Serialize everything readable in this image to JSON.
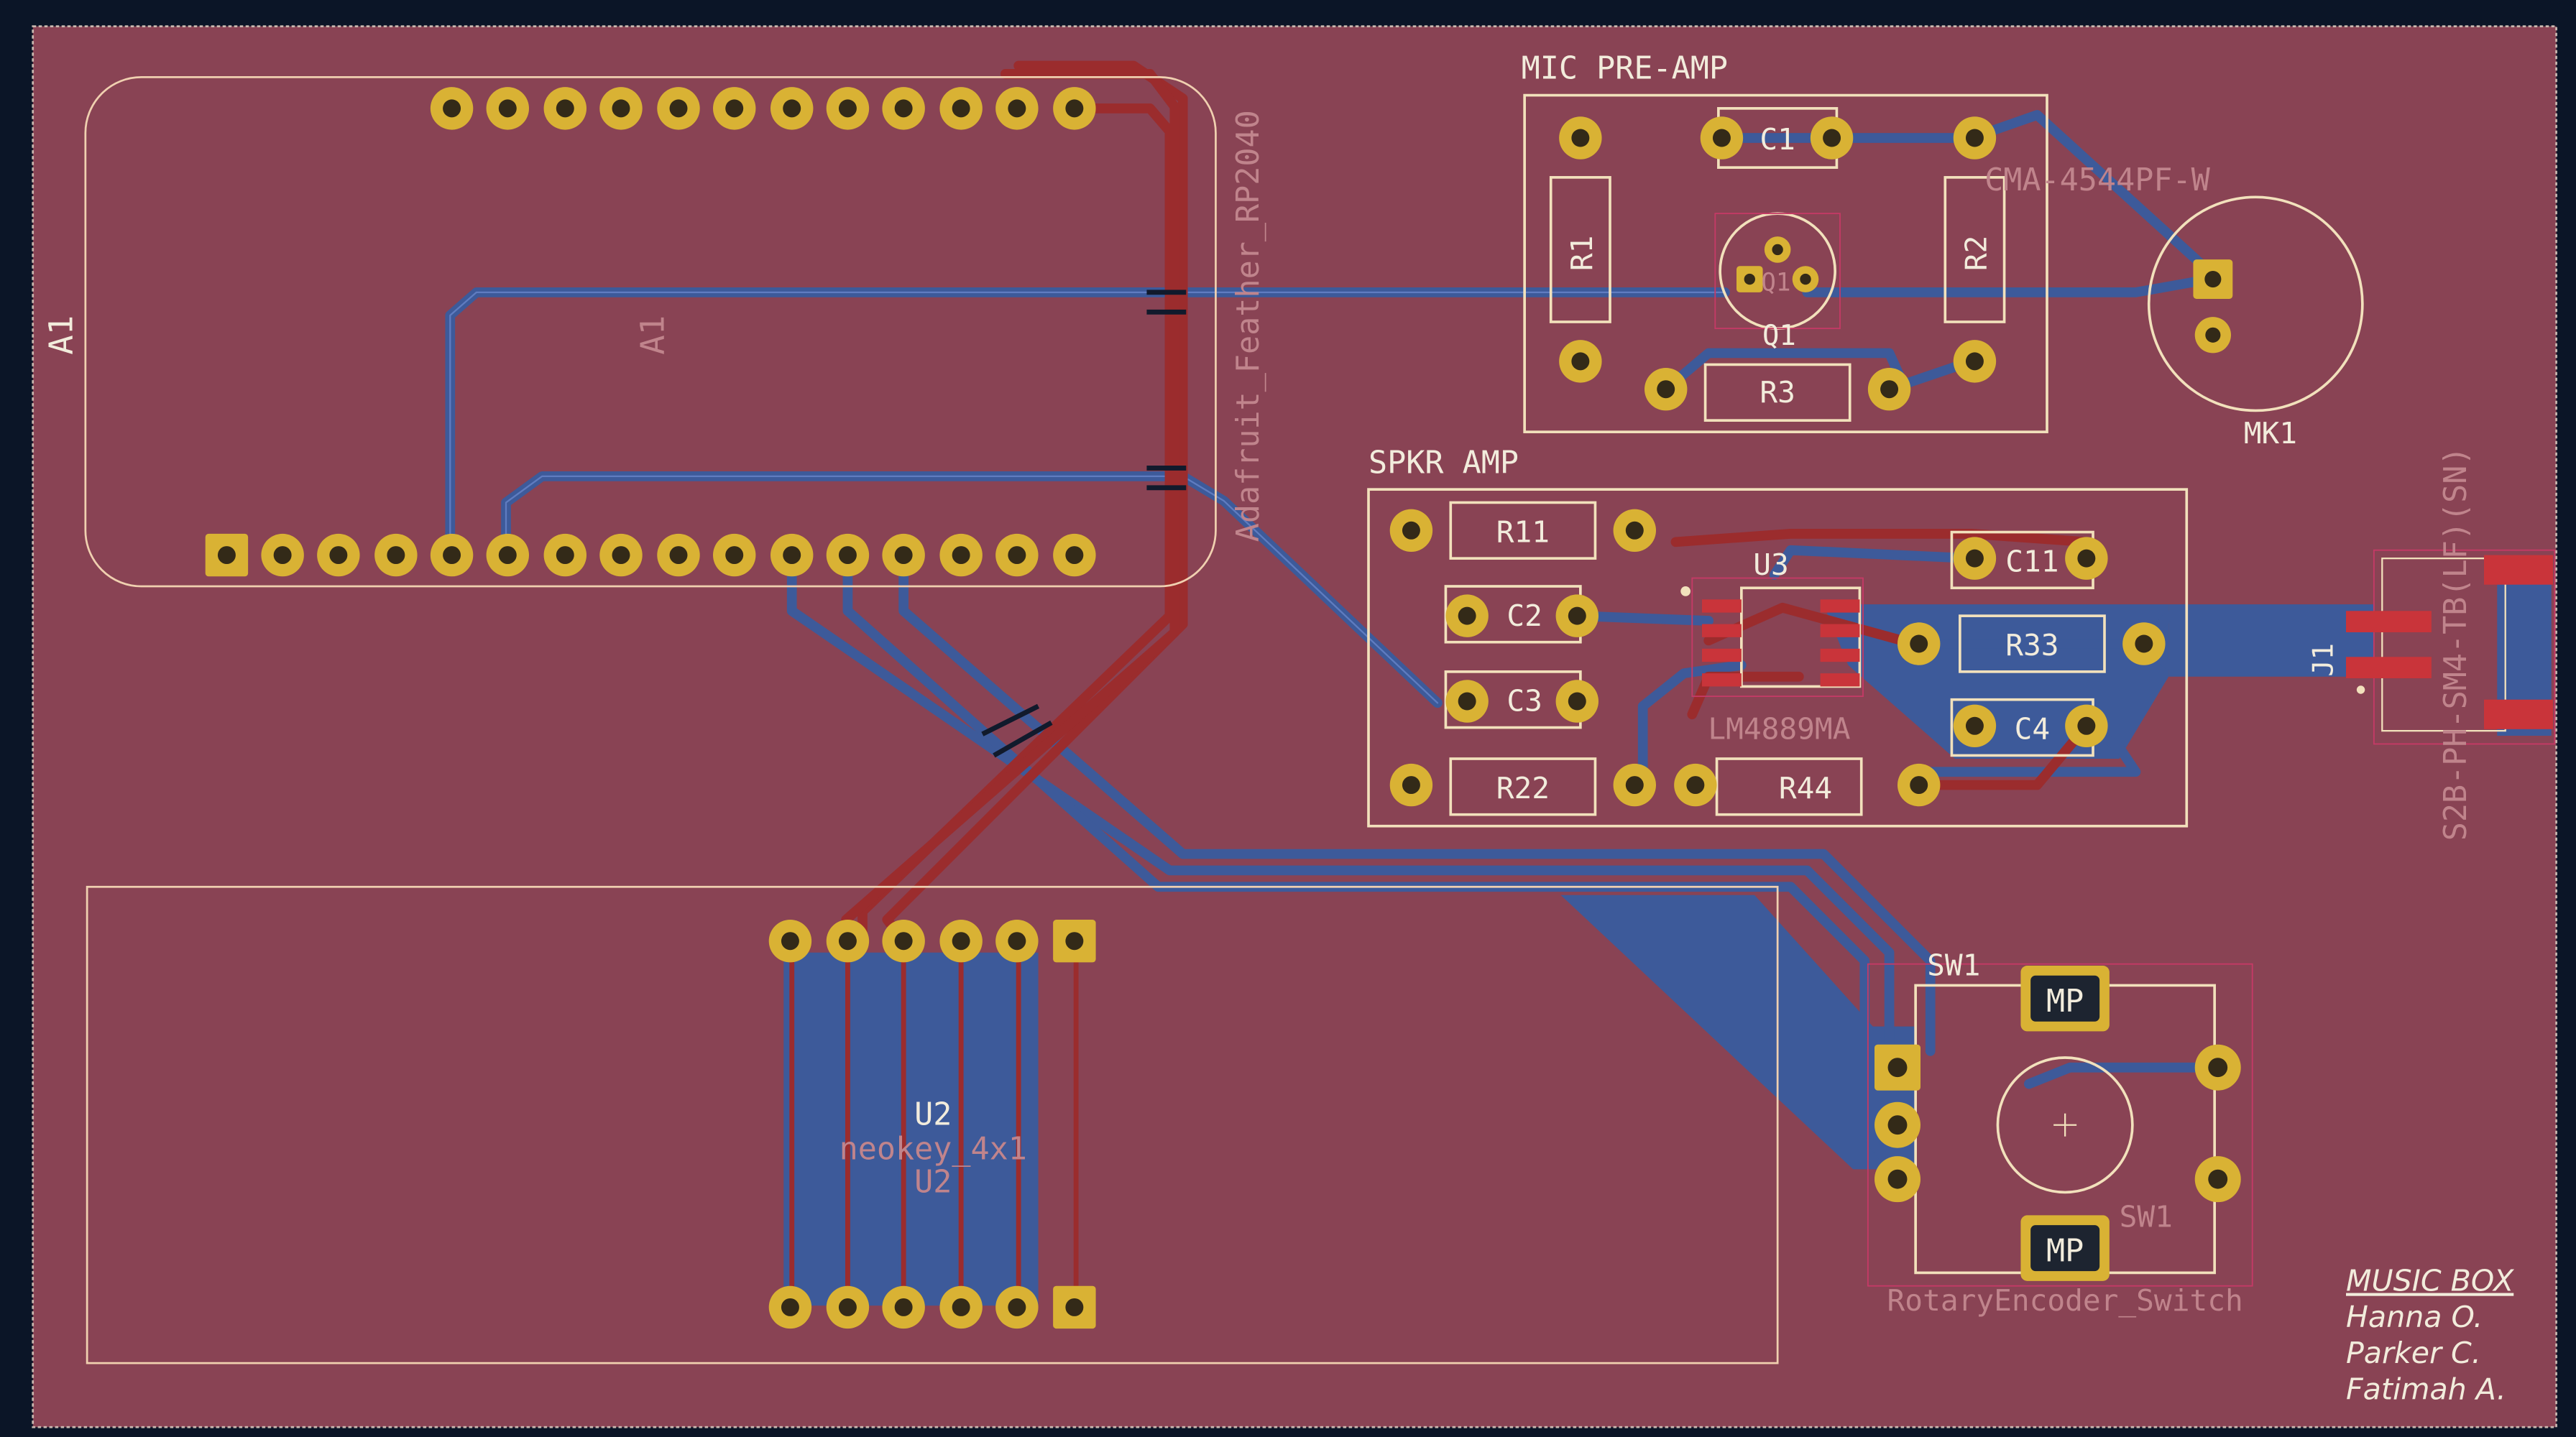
{
  "colors": {
    "background": "#0b1527",
    "board": "#894354",
    "board_edge": "#c9b8b0",
    "outline": "#f2e1bc",
    "outline_faint": "#cf9a86",
    "courtyard": "#c53a66",
    "copper_front": "#9b2c2d",
    "copper_back": "#3d5a9a",
    "pad_ring": "#d9b234",
    "drill": "#332a18",
    "fab_text": "#c0848c",
    "silk_text": "#f2ecdc"
  },
  "silkscreen": {
    "mic_preamp_title": "MIC PRE-AMP",
    "spkr_amp_title": "SPKR AMP",
    "credits": {
      "title": "MUSIC BOX",
      "authors": [
        "Hanna O.",
        "Parker C.",
        "Fatimah A."
      ]
    }
  },
  "components": {
    "a1": {
      "ref": "A1",
      "fab_ref": "A1",
      "value": "Adafruit_Feather_RP2040"
    },
    "u2": {
      "ref": "U2",
      "fab_ref": "U2",
      "value": "neokey_4x1"
    },
    "sw1": {
      "ref": "SW1",
      "fab_ref": "SW1",
      "value": "RotaryEncoder_Switch",
      "mounting_label": "MP"
    },
    "mk1": {
      "ref": "MK1",
      "value": "CMA-4544PF-W"
    },
    "j1": {
      "ref": "J1",
      "value": "S2B-PH-SM4-TB(LF)(SN)"
    },
    "u3": {
      "ref": "U3",
      "value": "LM4889MA"
    },
    "q1": {
      "ref": "Q1",
      "fab_ref": "Q1"
    },
    "r1": "R1",
    "r2": "R2",
    "r3": "R3",
    "r11": "R11",
    "r22": "R22",
    "r33": "R33",
    "r44": "R44",
    "c1": "C1",
    "c2": "C2",
    "c3": "C3",
    "c4": "C4",
    "c11": "C11"
  }
}
